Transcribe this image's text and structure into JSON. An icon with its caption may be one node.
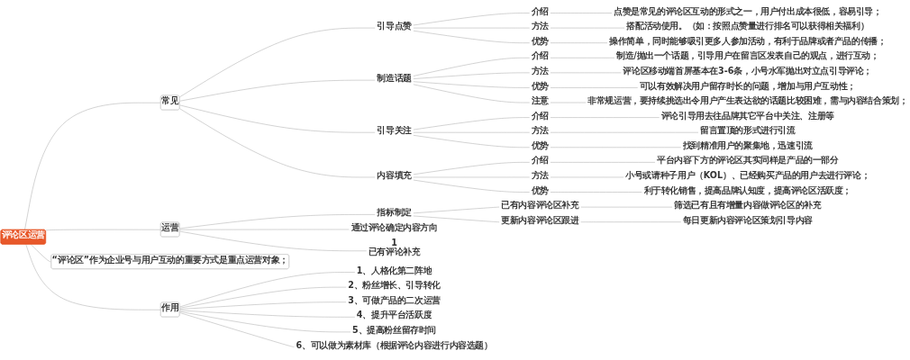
{
  "diagram": {
    "nodes": [
      {
        "text": [
          "评论区运营"
        ]
      },
      {
        "text": [
          "常见"
        ]
      },
      {
        "text": [
          "引导点赞"
        ]
      },
      {
        "text": [
          "介绍"
        ]
      },
      {
        "text": [
          "点赞是常见的评论区互动的形式之一，用户付出成本很低，容易引导；"
        ]
      },
      {
        "text": [
          "方法"
        ]
      },
      {
        "text": [
          "搭配活动使用。（如：按照点赞量进行排名可以获得相关福利）"
        ]
      },
      {
        "text": [
          "优势"
        ]
      },
      {
        "text": [
          "操作简单，同时能够吸引更多人参加活动，有利于品牌或者产品的传播；"
        ]
      },
      {
        "text": [
          "制造话题"
        ]
      },
      {
        "text": [
          "介绍"
        ]
      },
      {
        "text": [
          "制造/抛出一个话题，引导用户在留言区发表自己的观点，进行互动；"
        ]
      },
      {
        "text": [
          "方法"
        ]
      },
      {
        "text": [
          "评论区移动端首屏基本在3-6条，小号水军抛出对立点引导评论；"
        ]
      },
      {
        "text": [
          "优势"
        ]
      },
      {
        "text": [
          "可以有效解决用户留存时长的问题，增加与用户互动性；"
        ]
      },
      {
        "text": [
          "注意"
        ]
      },
      {
        "text": [
          "非常规运营，要持续挑选出令用户产生表达欲的话题比较困难，需与内容结合策划；"
        ]
      },
      {
        "text": [
          "引导关注"
        ]
      },
      {
        "text": [
          "介绍"
        ]
      },
      {
        "text": [
          "评论引导用去往品牌其它平台中关注、注册等"
        ]
      },
      {
        "text": [
          "方法"
        ]
      },
      {
        "text": [
          "留言置顶的形式进行引流"
        ]
      },
      {
        "text": [
          "优势"
        ]
      },
      {
        "text": [
          "找到精准用户的聚集地，迅速引流"
        ]
      },
      {
        "text": [
          "内容填充"
        ]
      },
      {
        "text": [
          "介绍"
        ]
      },
      {
        "text": [
          "平台内容下方的评论区其实同样是产品的一部分"
        ]
      },
      {
        "text": [
          "方法"
        ]
      },
      {
        "text": [
          "小号或请种子用户（KOL）、已经购买产品的用户去进行评论；"
        ]
      },
      {
        "text": [
          "优势"
        ]
      },
      {
        "text": [
          "利于转化销售，提高品牌认知度，提高评论区活跃度；"
        ]
      },
      {
        "text": [
          "运营"
        ]
      },
      {
        "text": [
          "指标制定"
        ]
      },
      {
        "text": [
          "已有内容评论区补充"
        ]
      },
      {
        "text": [
          "筛选已有且有增量内容做评论区的补充"
        ]
      },
      {
        "text": [
          "更新内容评论区跟进"
        ]
      },
      {
        "text": [
          "每日更新内容评论区策划引导内容"
        ]
      },
      {
        "text": [
          "通过评论确定内容方向"
        ]
      },
      {
        "text": [
          "1",
          "已有评论补充"
        ]
      },
      {
        "text": [
          "“评论区”作为企业号与用户互动的重要方式是重点运营对象；"
        ]
      },
      {
        "text": [
          "作用"
        ]
      },
      {
        "text": [
          "1、人格化第二阵地"
        ]
      },
      {
        "text": [
          "2、粉丝增长、引导转化"
        ]
      },
      {
        "text": [
          "3、可做产品的二次运营"
        ]
      },
      {
        "text": [
          "4、提升平台活跃度"
        ]
      },
      {
        "text": [
          "5、提高粉丝留存时间"
        ]
      },
      {
        "text": [
          "6、可以做为素材库（根据评论内容进行内容选题）"
        ]
      }
    ],
    "edges": [
      {
        "from": 0,
        "to": 1,
        "arrow": "none"
      },
      {
        "from": 1,
        "to": 2,
        "arrow": "none"
      },
      {
        "from": 2,
        "to": 3,
        "arrow": "none"
      },
      {
        "from": 3,
        "to": 4,
        "arrow": "none"
      },
      {
        "from": 2,
        "to": 5,
        "arrow": "none"
      },
      {
        "from": 5,
        "to": 6,
        "arrow": "none"
      },
      {
        "from": 2,
        "to": 7,
        "arrow": "none"
      },
      {
        "from": 7,
        "to": 8,
        "arrow": "none"
      },
      {
        "from": 1,
        "to": 9,
        "arrow": "none"
      },
      {
        "from": 9,
        "to": 10,
        "arrow": "none"
      },
      {
        "from": 10,
        "to": 11,
        "arrow": "none"
      },
      {
        "from": 9,
        "to": 12,
        "arrow": "none"
      },
      {
        "from": 12,
        "to": 13,
        "arrow": "none"
      },
      {
        "from": 9,
        "to": 14,
        "arrow": "none"
      },
      {
        "from": 14,
        "to": 15,
        "arrow": "none"
      },
      {
        "from": 9,
        "to": 16,
        "arrow": "none"
      },
      {
        "from": 16,
        "to": 17,
        "arrow": "none"
      },
      {
        "from": 1,
        "to": 18,
        "arrow": "none"
      },
      {
        "from": 18,
        "to": 19,
        "arrow": "none"
      },
      {
        "from": 19,
        "to": 20,
        "arrow": "none"
      },
      {
        "from": 18,
        "to": 21,
        "arrow": "none"
      },
      {
        "from": 21,
        "to": 22,
        "arrow": "none"
      },
      {
        "from": 18,
        "to": 23,
        "arrow": "none"
      },
      {
        "from": 23,
        "to": 24,
        "arrow": "none"
      },
      {
        "from": 1,
        "to": 25,
        "arrow": "none"
      },
      {
        "from": 25,
        "to": 26,
        "arrow": "none"
      },
      {
        "from": 26,
        "to": 27,
        "arrow": "none"
      },
      {
        "from": 25,
        "to": 28,
        "arrow": "none"
      },
      {
        "from": 28,
        "to": 29,
        "arrow": "none"
      },
      {
        "from": 25,
        "to": 30,
        "arrow": "none"
      },
      {
        "from": 30,
        "to": 31,
        "arrow": "none"
      },
      {
        "from": 0,
        "to": 32,
        "arrow": "none"
      },
      {
        "from": 32,
        "to": 33,
        "arrow": "none"
      },
      {
        "from": 33,
        "to": 34,
        "arrow": "none"
      },
      {
        "from": 34,
        "to": 35,
        "arrow": "none"
      },
      {
        "from": 33,
        "to": 36,
        "arrow": "none"
      },
      {
        "from": 36,
        "to": 37,
        "arrow": "none"
      },
      {
        "from": 32,
        "to": 38,
        "arrow": "none"
      },
      {
        "from": 32,
        "to": 39,
        "arrow": "none"
      },
      {
        "from": 0,
        "to": 40,
        "arrow": "none"
      },
      {
        "from": 0,
        "to": 41,
        "arrow": "none"
      },
      {
        "from": 41,
        "to": 42,
        "arrow": "none"
      },
      {
        "from": 41,
        "to": 43,
        "arrow": "none"
      },
      {
        "from": 41,
        "to": 44,
        "arrow": "none"
      },
      {
        "from": 41,
        "to": 45,
        "arrow": "none"
      },
      {
        "from": 41,
        "to": 46,
        "arrow": "none"
      },
      {
        "from": 41,
        "to": 47,
        "arrow": "none"
      }
    ]
  }
}
